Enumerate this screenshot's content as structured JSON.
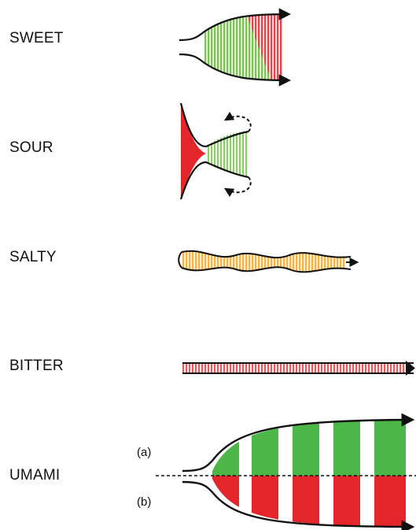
{
  "tastes": [
    {
      "id": "sweet",
      "label": "SWEET",
      "colors": [
        "#7cc35a",
        "#e0484c"
      ]
    },
    {
      "id": "sour",
      "label": "SOUR",
      "colors": [
        "#e3262b",
        "#8fcd6b"
      ]
    },
    {
      "id": "salty",
      "label": "SALTY",
      "colors": [
        "#f3b24a"
      ]
    },
    {
      "id": "bitter",
      "label": "BITTER",
      "colors": [
        "#e05a5f"
      ]
    },
    {
      "id": "umami",
      "label": "UMAMI",
      "colors": [
        "#4cb748",
        "#e3262b"
      ]
    }
  ],
  "umami_parts": {
    "a": "(a)",
    "b": "(b)"
  }
}
